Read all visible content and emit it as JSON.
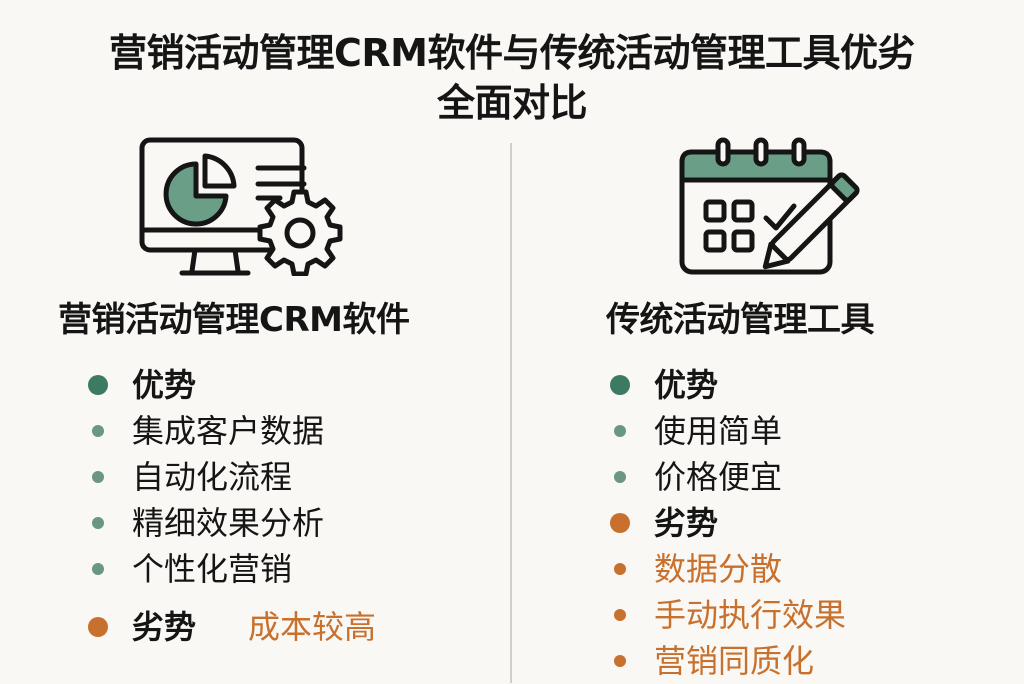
{
  "title": {
    "line1": "营销活动管理CRM软件与传统活动管理工具优劣",
    "line2": "全面对比"
  },
  "colors": {
    "background": "#faf8f4",
    "advantage_green": "#3d7a63",
    "disadvantage_orange": "#c8702d",
    "divider": "#d2cfcb"
  },
  "left": {
    "icon": "monitor-pie-chart-gear-icon",
    "heading": "营销活动管理CRM软件",
    "advantages": {
      "label": "优势",
      "items": [
        "集成客户数据",
        "自动化流程",
        "精细效果分析",
        "个性化营销"
      ]
    },
    "disadvantages": {
      "label": "劣势",
      "items": [
        "成本较高"
      ]
    }
  },
  "right": {
    "icon": "calendar-checklist-pencil-icon",
    "heading": "传统活动管理工具",
    "advantages": {
      "label": "优势",
      "items": [
        "使用简单",
        "价格便宜"
      ]
    },
    "disadvantages": {
      "label": "劣势",
      "items": [
        "数据分散",
        "手动执行效果",
        "营销同质化"
      ]
    }
  }
}
